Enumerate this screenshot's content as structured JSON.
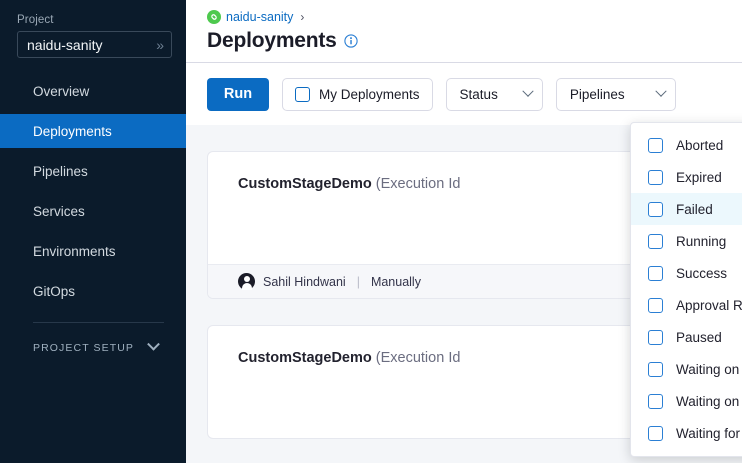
{
  "sidebar": {
    "project_label": "Project",
    "project_name": "naidu-sanity",
    "project_chevron": "»",
    "items": [
      {
        "label": "Overview",
        "active": false
      },
      {
        "label": "Deployments",
        "active": true
      },
      {
        "label": "Pipelines",
        "active": false
      },
      {
        "label": "Services",
        "active": false
      },
      {
        "label": "Environments",
        "active": false
      },
      {
        "label": "GitOps",
        "active": false
      }
    ],
    "setup_label": "PROJECT SETUP"
  },
  "header": {
    "breadcrumb_project": "naidu-sanity",
    "breadcrumb_separator": "›",
    "title": "Deployments"
  },
  "toolbar": {
    "run_label": "Run",
    "my_deployments_label": "My Deployments",
    "my_deployments_checked": false,
    "status_label": "Status",
    "pipelines_label": "Pipelines"
  },
  "status_dropdown": {
    "open": true,
    "hover_index": 2,
    "options": [
      "Aborted",
      "Expired",
      "Failed",
      "Running",
      "Success",
      "Approval Rejected",
      "Paused",
      "Waiting on approval",
      "Waiting on intervention",
      "Waiting for resources"
    ]
  },
  "cards": [
    {
      "name": "CustomStageDemo",
      "suffix": " (Execution Id",
      "author": "Sahil Hindwani",
      "trigger": "Manually"
    },
    {
      "name": "CustomStageDemo",
      "suffix": " (Execution Id"
    }
  ],
  "colors": {
    "accent": "#0b6bc2",
    "sidebar_bg": "#0b1b2b",
    "content_bg": "#f4f6f9",
    "hover_row": "#ecf8fd",
    "breadcrumb_icon": "#4ec94e"
  }
}
